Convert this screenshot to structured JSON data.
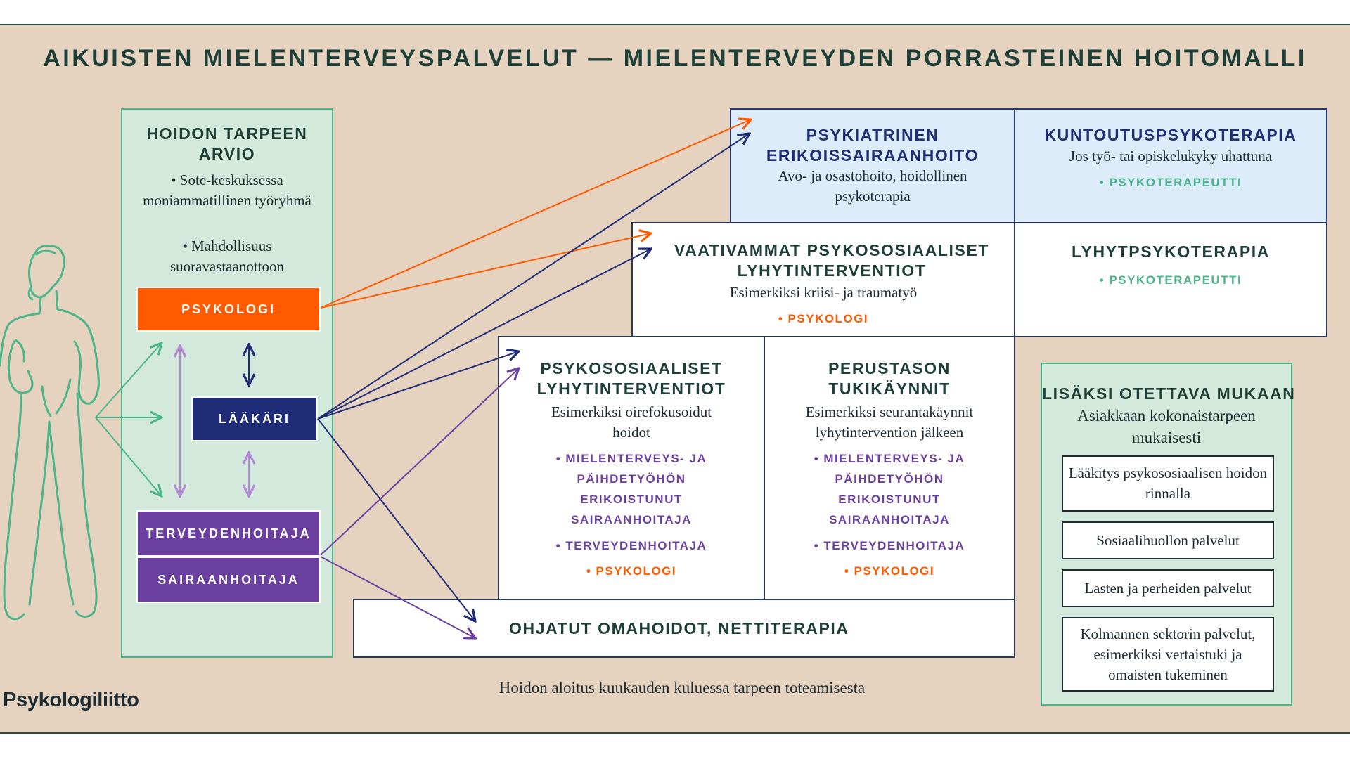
{
  "title": "AIKUISTEN MIELENTERVEYSPALVELUT — MIELENTERVEYDEN PORRASTEINEN HOITOMALLI",
  "assessment": {
    "heading": "HOIDON TARPEEN ARVIO",
    "bullets": [
      "• Sote-keskuksessa moniammatillinen työryhmä",
      "• Mahdollisuus suoravastaanottoon"
    ],
    "roles": {
      "psykologi": "PSYKOLOGI",
      "laakari": "LÄÄKÄRI",
      "terveydenhoitaja": "TERVEYDENHOITAJA",
      "sairaanhoitaja": "SAIRAANHOITAJA"
    }
  },
  "services": {
    "psychiatric": {
      "heading": "PSYKIATRINEN ERIKOISSAIRAANHOITO",
      "text": "Avo- ja osastohoito, hoidollinen psykoterapia"
    },
    "rehab": {
      "heading": "KUNTOUTUSPSYKOTERAPIA",
      "text": "Jos työ- tai opiskelukyky uhattuna",
      "tag": "• PSYKOTERAPEUTTI"
    },
    "demanding": {
      "heading": "VAATIVAMMAT PSYKOSOSIAALISET LYHYTINTERVENTIOT",
      "text": "Esimerkiksi kriisi- ja traumatyö",
      "tag": "• PSYKOLOGI"
    },
    "short_therapy": {
      "heading": "LYHYTPSYKOTERAPIA",
      "tag": "• PSYKOTERAPEUTTI"
    },
    "psychosocial": {
      "heading": "PSYKOSOSIAALISET LYHYTINTERVENTIOT",
      "text": "Esimerkiksi oirefokusoidut hoidot",
      "tags": [
        "• MIELENTERVEYS- JA PÄIHDETYÖHÖN ERIKOISTUNUT SAIRAANHOITAJA",
        "• TERVEYDENHOITAJA",
        "• PSYKOLOGI"
      ]
    },
    "basic": {
      "heading": "PERUSTASON TUKIKÄYNNIT",
      "text": "Esimerkiksi seurantakäynnit lyhytintervention jälkeen",
      "tags": [
        "• MIELENTERVEYS- JA PÄIHDETYÖHÖN ERIKOISTUNUT SAIRAANHOITAJA",
        "• TERVEYDENHOITAJA",
        "• PSYKOLOGI"
      ]
    },
    "selfcare": {
      "heading": "OHJATUT OMAHOIDOT, NETTITERAPIA"
    }
  },
  "extras": {
    "heading": "LISÄKSI OTETTAVA MUKAAN",
    "subheading": "Asiakkaan kokonaistarpeen mukaisesti",
    "items": [
      "Lääkitys psykososiaalisen hoidon rinnalla",
      "Sosiaalihuollon palvelut",
      "Lasten ja perheiden palvelut",
      "Kolmannen sektorin palvelut, esimerkiksi vertaistuki ja omaisten tukeminen"
    ]
  },
  "footer_note": "Hoidon aloitus kuukauden kuluessa tarpeen toteamisesta",
  "logo": "Psykologiliitto",
  "colors": {
    "background": "#e5d2bf",
    "green": "#4cb68a",
    "green_fill": "#d3e9dc",
    "orange": "#ff5a00",
    "navy": "#1f2c78",
    "purple": "#6b3fa0",
    "lilac": "#b48ad8",
    "light_blue": "#dcecfa"
  }
}
